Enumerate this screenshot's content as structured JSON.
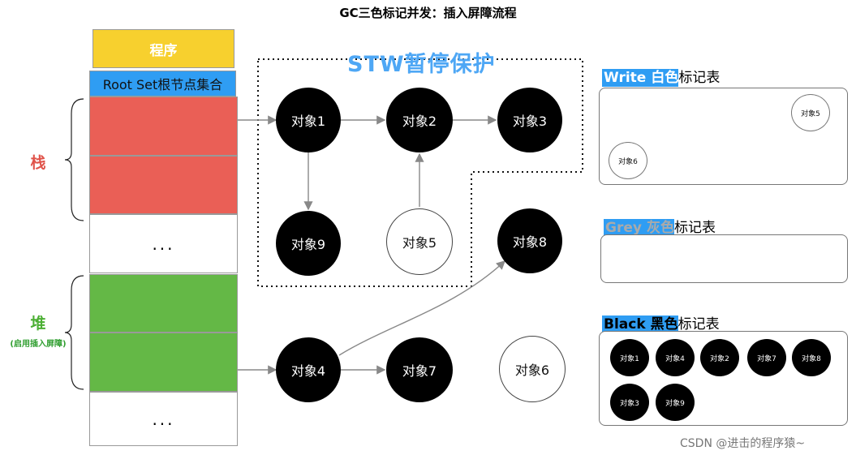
{
  "title": "GC三色标记并发：插入屏障流程",
  "left_column": {
    "program_label": "程序",
    "rootset_label": "Root Set根节点集合",
    "ellipsis": "...",
    "stack_label": "栈",
    "heap_label": "堆",
    "heap_note": "(启用插入屏障)"
  },
  "stw_label": "STW暂停保护",
  "nodes": {
    "obj1": "对象1",
    "obj2": "对象2",
    "obj3": "对象3",
    "obj9": "对象9",
    "obj5": "对象5",
    "obj8": "对象8",
    "obj4": "对象4",
    "obj7": "对象7",
    "obj6": "对象6"
  },
  "tables": {
    "white": {
      "name_en": "Write",
      "name_cn": "白色",
      "suffix": "标记表",
      "items": [
        "对象5",
        "对象6"
      ]
    },
    "grey": {
      "name_en": "Grey",
      "name_cn": "灰色",
      "suffix": "标记表",
      "items": []
    },
    "black": {
      "name_en": "Black",
      "name_cn": "黑色",
      "suffix": "标记表",
      "items": [
        "对象1",
        "对象4",
        "对象2",
        "对象7",
        "对象8",
        "对象3",
        "对象9"
      ]
    }
  },
  "colors": {
    "program": "#f7d02e",
    "rootset": "#2f9df3",
    "stack": "#ea5f56",
    "heap": "#64b846",
    "stw_title": "#4ea7f5",
    "grey_label": "#aaaaaa",
    "black_node": "#000000",
    "white_node": "#ffffff"
  },
  "watermark": "CSDN @进击的程序猿~"
}
